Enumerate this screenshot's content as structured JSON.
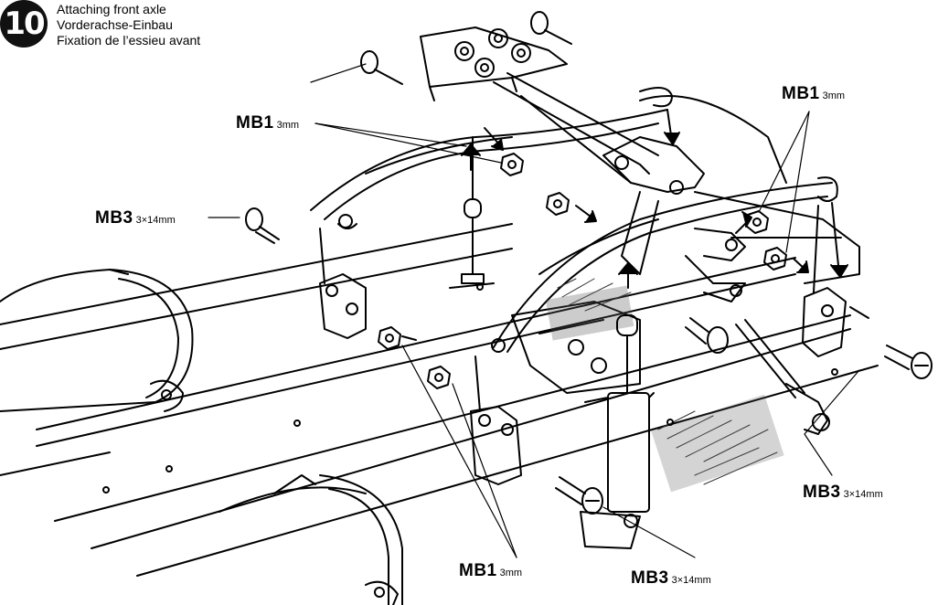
{
  "step": {
    "number": "10"
  },
  "titles": {
    "english": "Attaching front axle",
    "german": "Vorderachse-Einbau",
    "french": "Fixation de l’essieu avant"
  },
  "callouts": {
    "nut_top_left": {
      "code": "MB1",
      "size": "3mm"
    },
    "nut_top_right": {
      "code": "MB1",
      "size": "3mm"
    },
    "screw_left": {
      "code": "MB3",
      "size": "3×14mm"
    },
    "screw_right": {
      "code": "MB3",
      "size": "3×14mm"
    },
    "nut_bottom": {
      "code": "MB1",
      "size": "3mm"
    },
    "screw_bottom": {
      "code": "MB3",
      "size": "3×14mm"
    }
  }
}
